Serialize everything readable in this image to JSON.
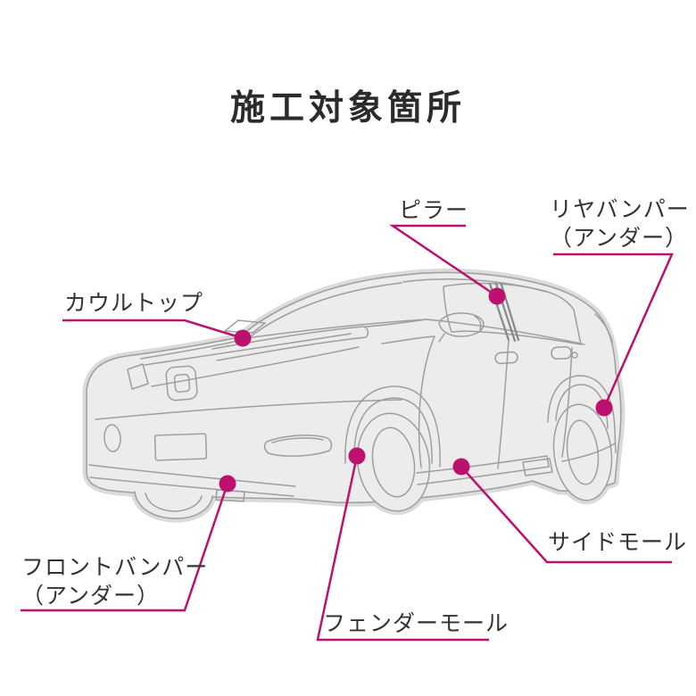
{
  "page": {
    "background": "#ffffff"
  },
  "title": {
    "text": "施工対象箇所"
  },
  "colors": {
    "accent": "#bc116e",
    "label_text": "#333333",
    "title_text": "#2b2b2b",
    "car_line": "#9e9e9e",
    "car_fill": "#ececec",
    "car_halo": "#dbdbdb",
    "pillar_band": "#888888"
  },
  "labels": {
    "cowl_top": {
      "line1": "カウルトップ"
    },
    "pillar": {
      "line1": "ピラー"
    },
    "rear_bumper_under": {
      "line1": "リヤバンパー",
      "line2": "（アンダー）"
    },
    "front_bumper_under": {
      "line1": "フロントバンパー",
      "line2": "（アンダー）"
    },
    "fender_moulding": {
      "line1": "フェンダーモール"
    },
    "side_moulding": {
      "line1": "サイドモール"
    }
  }
}
